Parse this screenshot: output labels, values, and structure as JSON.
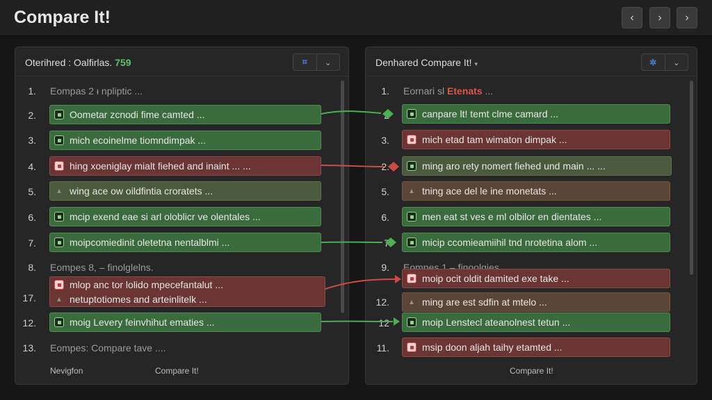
{
  "app": {
    "title": "Compare It!"
  },
  "nav": {
    "back": "‹",
    "forward": "›",
    "next": "›"
  },
  "left": {
    "title_prefix": "Oterihred : Oalfirlas.",
    "title_count": "759",
    "tool_icon": "grid-icon",
    "lines": [
      {
        "num": "1.",
        "kind": "heading",
        "text": "Eompas 2 ᵻ npliptic ..."
      },
      {
        "num": "2.",
        "kind": "add",
        "text": "Oometar zcnodi fime camted ..."
      },
      {
        "num": "3.",
        "kind": "add",
        "text": "mich ecoinelme tiomndimpak ..."
      },
      {
        "num": "4.",
        "kind": "del",
        "text": "hing xoeniglay mialt fiehed and inaint ... ..."
      },
      {
        "num": "5.",
        "kind": "mod",
        "text": "wing ace ow oildfintia croratets ..."
      },
      {
        "num": "6.",
        "kind": "add",
        "text": "mcip exend eae si arl oloblicr ve olentales ..."
      },
      {
        "num": "7.",
        "kind": "add",
        "text": "moipcomiedinit oletetna nentalblmi ..."
      },
      {
        "num": "8.",
        "kind": "heading",
        "text": "Eompes 8, – finolglelns."
      },
      {
        "num": "",
        "kind": "block-a",
        "text": "mlop anc tor lolido  mpecefantalut ..."
      },
      {
        "num": "17.",
        "kind": "block-b",
        "text": "netuptotiomes and arteinlitelk ..."
      },
      {
        "num": "12.",
        "kind": "add",
        "text": "moig Levery feinvhihut ematies ..."
      },
      {
        "num": "13.",
        "kind": "heading",
        "text": "Eompes: Compare tave ...."
      }
    ],
    "footer_left": "Nevigfon",
    "footer_right": "Compare It!"
  },
  "right": {
    "title": "Denhared Compare It!",
    "tool_icon": "settings-icon",
    "lines": [
      {
        "num": "1.",
        "kind": "heading",
        "text_prefix": "Eornari sl",
        "text_accent": "Etenats",
        "text_suffix": "..."
      },
      {
        "num": "2",
        "kind": "add",
        "text": "canpare lt! temt clme camard ..."
      },
      {
        "num": "3.",
        "kind": "del",
        "text": "mich etad tam wimaton dimpak ..."
      },
      {
        "num": "2.",
        "kind": "mod",
        "text": "ming aro rety nomert fiehed und main ... ..."
      },
      {
        "num": "5.",
        "kind": "mod2",
        "text": "tning ace del le ine monetats ..."
      },
      {
        "num": "6.",
        "kind": "add",
        "text": "men eat st ves e ml olbilor en dientates ..."
      },
      {
        "num": "7",
        "kind": "add",
        "text": "micip ccomieamiihil tnd nrotetina alom ..."
      },
      {
        "num": "9.",
        "kind": "heading",
        "text": "Eompes 1 – finoolgies."
      },
      {
        "num": "",
        "kind": "del",
        "text": "moip ocit oldit damited exe take ..."
      },
      {
        "num": "12.",
        "kind": "mod2",
        "text": "ming are est sdfin at mtelo ..."
      },
      {
        "num": "12",
        "kind": "add",
        "text": "moip Lenstecl ateanolnest tetun ..."
      },
      {
        "num": "11.",
        "kind": "del",
        "text": "msip doon aljah taihy etamted ..."
      }
    ],
    "footer": "Compare It!"
  },
  "colors": {
    "added": "#3a6b3c",
    "deleted": "#6b3534",
    "connector_green": "#4caf50",
    "connector_red": "#d04a45"
  }
}
